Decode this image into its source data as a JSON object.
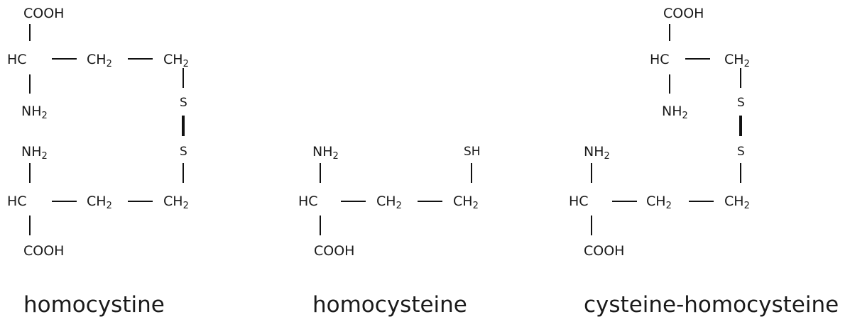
{
  "labels": {
    "cooh": "COOH",
    "hc": "HC",
    "ch": "CH",
    "nh": "NH",
    "sub2": "2",
    "s": "S",
    "sh": "SH"
  },
  "captions": {
    "homocystine": "homocystine",
    "homocysteine": "homocysteine",
    "cysteine_homocysteine": "cysteine-homocysteine"
  }
}
